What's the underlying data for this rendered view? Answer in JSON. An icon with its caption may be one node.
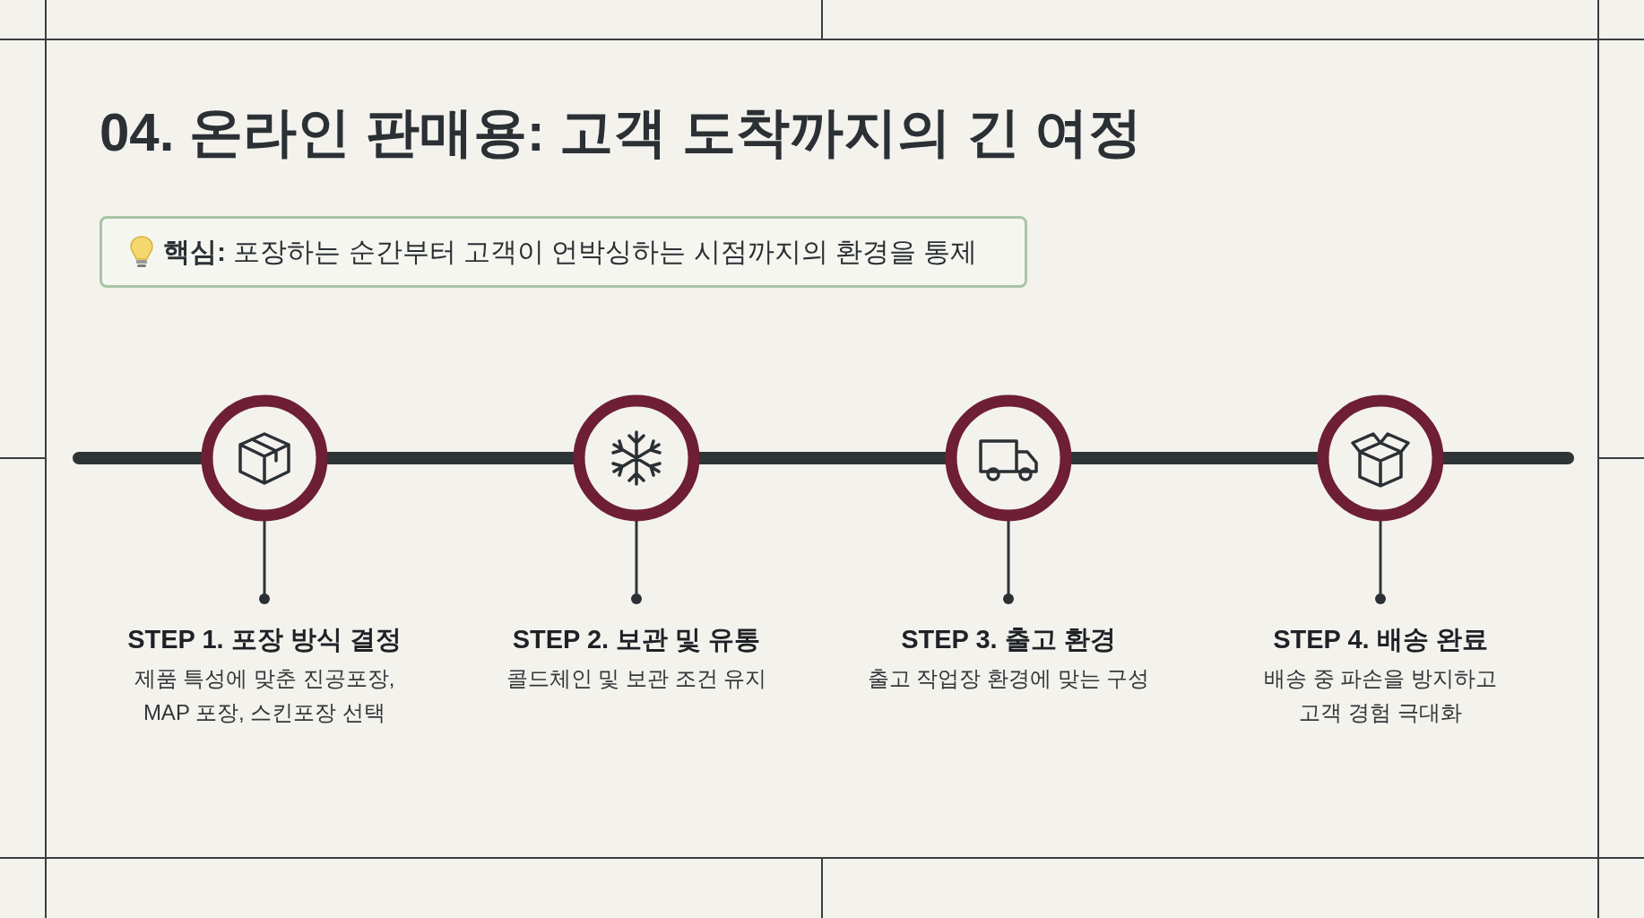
{
  "diagram": {
    "title": "04. 온라인 판매용: 고객 도착까지의 긴 여정",
    "nodes": [
      {
        "text": [
          "**핵심:** 포장하는 순간부터 고객이 언박싱하는 시점까지의 환경을 통제"
        ]
      },
      {
        "text": [],
        "shape": "circle"
      },
      {
        "text": [],
        "shape": "circle"
      },
      {
        "text": [],
        "shape": "circle"
      },
      {
        "text": [],
        "shape": "circle"
      },
      {
        "text": [
          "STEP 1. 포장 방식 결정",
          "제품 특성에 맞춘 진공포장, MAP 포장, 스킨포장 선택"
        ]
      },
      {
        "text": [
          "STEP 2. 보관 및 유통",
          "콜드체인 및 보관 조건 유지"
        ]
      },
      {
        "text": [
          "STEP 3. 출고 환경",
          "출고 작업장 환경에 맞는 구성"
        ]
      },
      {
        "text": [
          "STEP 4. 배송 완료",
          "배송 중 파손을 방지하고 고객 경험 극대화"
        ]
      }
    ],
    "edges": [
      {
        "from": null,
        "to": 1,
        "arrow": "none"
      },
      {
        "from": 1,
        "to": 2,
        "arrow": "none"
      },
      {
        "from": 2,
        "to": 3,
        "arrow": "none"
      },
      {
        "from": 3,
        "to": 4,
        "arrow": "none"
      },
      {
        "from": 4,
        "to": null,
        "arrow": "none"
      },
      {
        "from": 1,
        "to": 5,
        "arrow": "other"
      },
      {
        "from": 2,
        "to": 6,
        "arrow": "other"
      },
      {
        "from": 3,
        "to": 7,
        "arrow": "other"
      },
      {
        "from": 4,
        "to": 8,
        "arrow": "other"
      }
    ]
  }
}
